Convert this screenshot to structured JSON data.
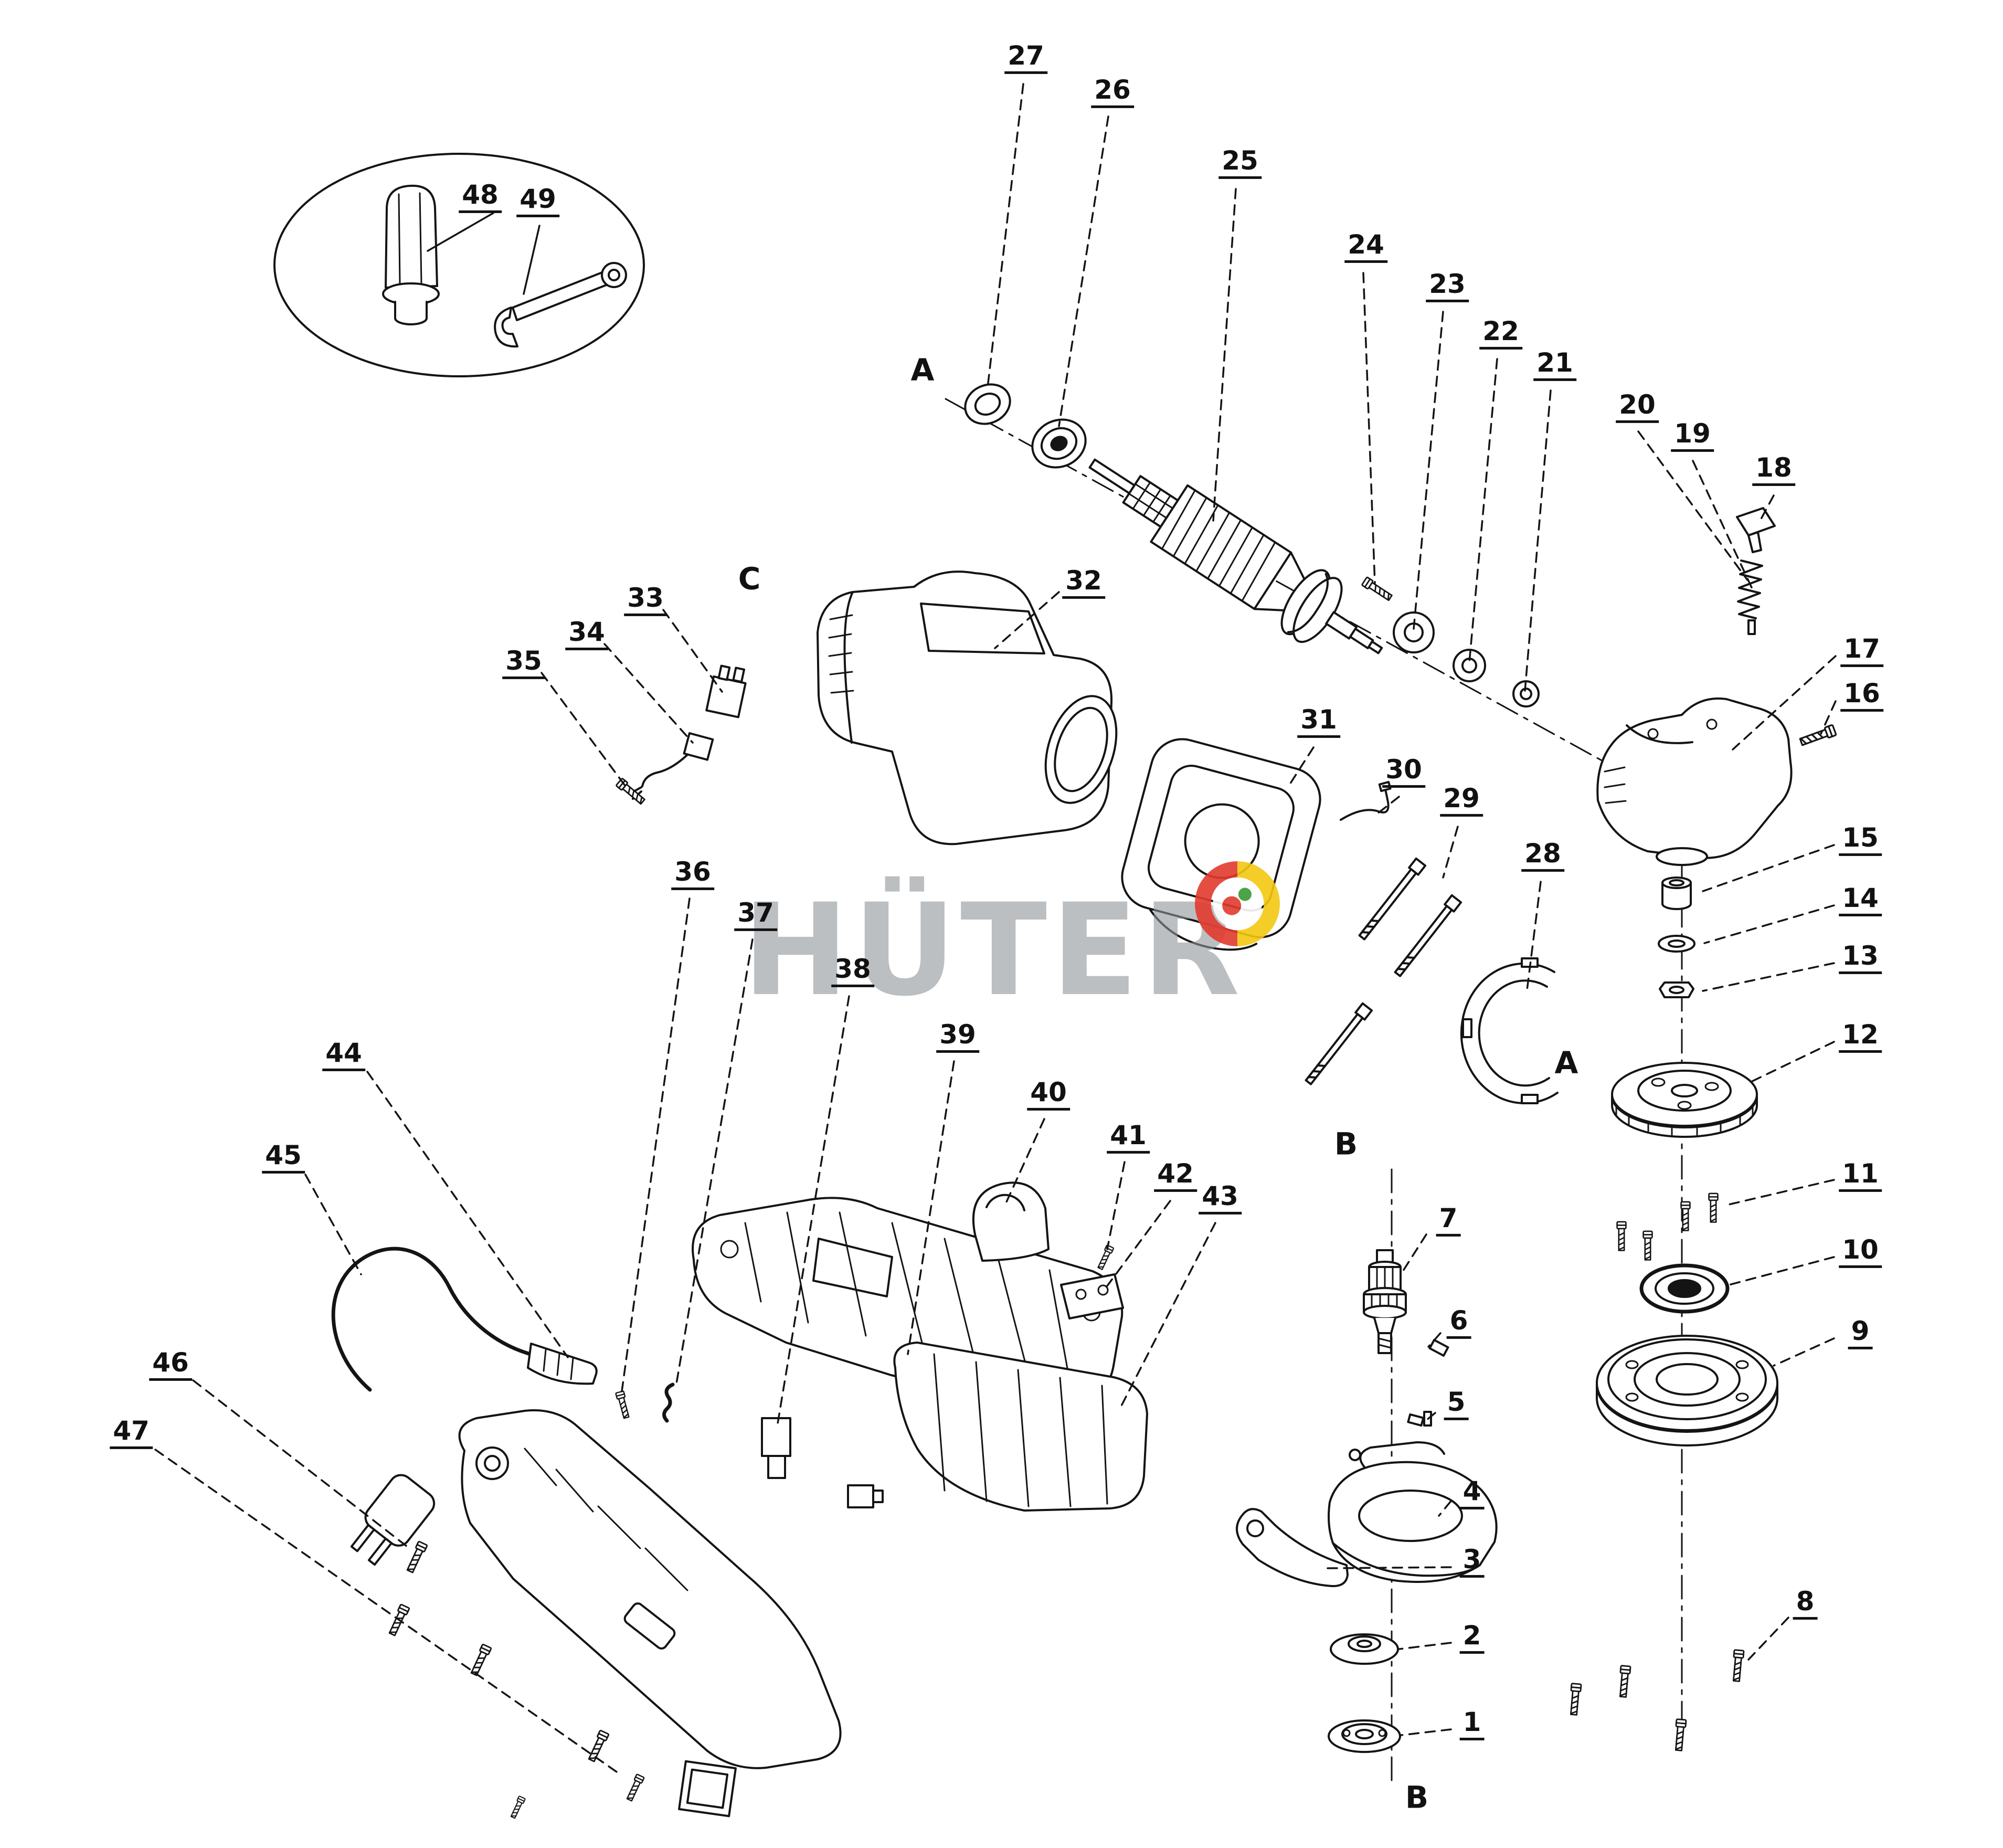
{
  "watermark": {
    "text": "HÜTER"
  },
  "colors": {
    "line": "#141414",
    "watermark": "#8e969b",
    "logo-red": "#e23b2e",
    "logo-yellow": "#f3c812",
    "logo-green": "#3a9a35"
  },
  "letters": {
    "a_top": "A",
    "a_mid": "A",
    "b_top": "B",
    "b_bottom": "B",
    "c": "C"
  },
  "labels": {
    "1": "1",
    "2": "2",
    "3": "3",
    "4": "4",
    "5": "5",
    "6": "6",
    "7": "7",
    "8": "8",
    "9": "9",
    "10": "10",
    "11": "11",
    "12": "12",
    "13": "13",
    "14": "14",
    "15": "15",
    "16": "16",
    "17": "17",
    "18": "18",
    "19": "19",
    "20": "20",
    "21": "21",
    "22": "22",
    "23": "23",
    "24": "24",
    "25": "25",
    "26": "26",
    "27": "27",
    "28": "28",
    "29": "29",
    "30": "30",
    "31": "31",
    "32": "32",
    "33": "33",
    "34": "34",
    "35": "35",
    "36": "36",
    "37": "37",
    "38": "38",
    "39": "39",
    "40": "40",
    "41": "41",
    "42": "42",
    "43": "43",
    "44": "44",
    "45": "45",
    "46": "46",
    "47": "47",
    "48": "48",
    "49": "49"
  }
}
